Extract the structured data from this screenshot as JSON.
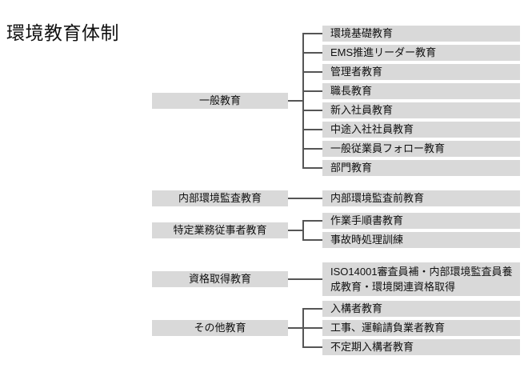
{
  "title": "環境教育体制",
  "colors": {
    "node_fill": "#d9d9d9",
    "connector": "#555555",
    "background": "#ffffff",
    "text": "#111111"
  },
  "groups": [
    {
      "parent": "一般教育",
      "children": [
        "環境基礎教育",
        "EMS推進リーダー教育",
        "管理者教育",
        "職長教育",
        "新入社員教育",
        "中途入社社員教育",
        "一般従業員フォロー教育",
        "部門教育"
      ]
    },
    {
      "parent": "内部環境監査教育",
      "children": [
        "内部環境監査前教育"
      ]
    },
    {
      "parent": "特定業務従事者教育",
      "children": [
        "作業手順書教育",
        "事故時処理訓練"
      ]
    },
    {
      "parent": "資格取得教育",
      "children": [
        "ISO14001審査員補・内部環境監査員養成教育・環境関連資格取得"
      ]
    },
    {
      "parent": "その他教育",
      "children": [
        "入構者教育",
        "工事、運輸請負業者教育",
        "不定期入構者教育"
      ]
    }
  ]
}
